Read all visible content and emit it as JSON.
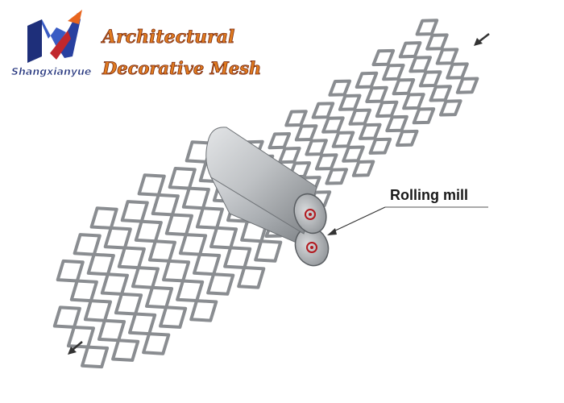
{
  "brand": {
    "name": "Shangxianyue",
    "title_line1": "Architectural",
    "title_line2": "Decorative Mesh",
    "colors": {
      "logo_blue": "#1e2f7a",
      "logo_orange": "#e8651e",
      "logo_red": "#c1272d",
      "title_orange": "#e07b1f"
    }
  },
  "diagram": {
    "label": "Rolling mill",
    "mesh_color": "#8a8d91",
    "roller_color": "#b9bcbf",
    "arrow_in_icon": "arrow-in-icon",
    "arrow_out_icon": "arrow-out-icon"
  }
}
